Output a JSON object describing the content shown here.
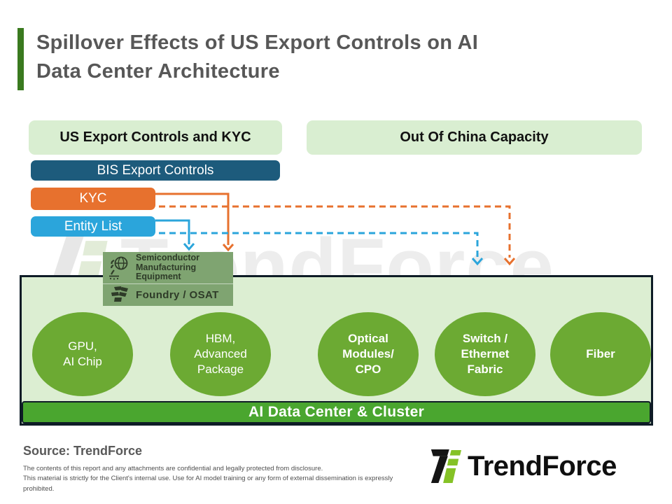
{
  "title": "Spillover Effects of US Export Controls on AI\nData Center Architecture",
  "watermark": {
    "text": "TrendForce"
  },
  "headers": {
    "left": "US Export Controls and KYC",
    "right": "Out Of China Capacity"
  },
  "controls": [
    {
      "label": "BIS Export Controls"
    },
    {
      "label": "KYC"
    },
    {
      "label": "Entity List"
    }
  ],
  "sme": {
    "equipment": "Semiconductor\nManufacturing\nEquipment",
    "foundry": "Foundry / OSAT"
  },
  "cluster": {
    "circles": [
      {
        "label": "GPU,\nAI Chip"
      },
      {
        "label": "HBM,\nAdvanced\nPackage"
      },
      {
        "label": "Optical\nModules/\nCPO"
      },
      {
        "label": "Switch /\nEthernet\nFabric"
      },
      {
        "label": "Fiber"
      }
    ],
    "bar_label": "AI Data Center & Cluster"
  },
  "footer": {
    "source": "Source: TrendForce",
    "disclaimer_line1": "The contents of this report and any attachments are confidential and legally protected from disclosure.",
    "disclaimer_line2": "This material is strictly for the Client's internal use. Use for AI model training or any form of external dissemination is expressly prohibited.",
    "logo_text": "TrendForce"
  },
  "colors": {
    "accent_green": "#3a7a1f",
    "title_gray": "#575757",
    "header_green_bg": "#d9eed1",
    "bis_teal": "#1d5b7c",
    "kyc_orange": "#e7712e",
    "entity_blue": "#2ba5db",
    "sme_bg": "#7fa471",
    "container_bg": "#dceed2",
    "container_border": "#0e1c26",
    "circle_green": "#6caa33",
    "cluster_bar_green": "#4aa62f",
    "logo_green": "#85c226",
    "watermark_gray": "#ededed"
  }
}
